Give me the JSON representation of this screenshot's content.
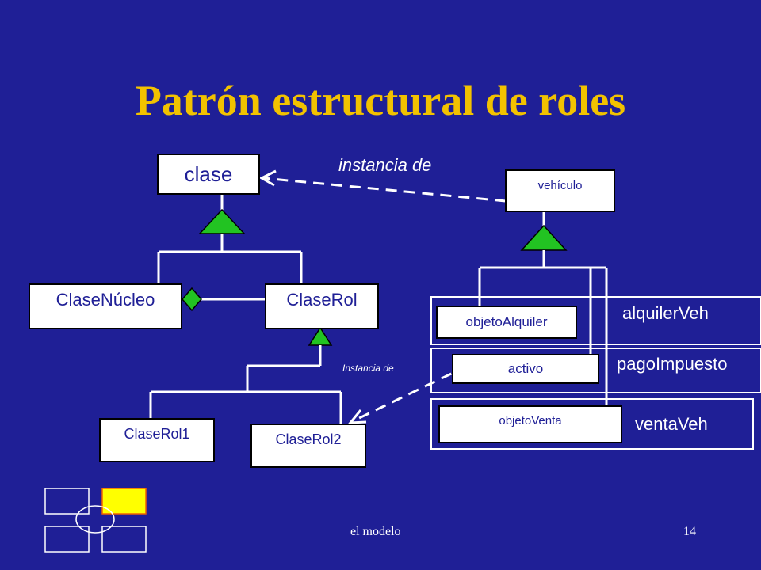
{
  "title": "Patrón estructural de roles",
  "labels": {
    "instancia_de": "instancia de",
    "instancia_de_small": "Instancia de"
  },
  "left_diagram": {
    "clase": "clase",
    "clase_nucleo": "ClaseNúcleo",
    "clase_rol": "ClaseRol",
    "clase_rol1": "ClaseRol1",
    "clase_rol2": "ClaseRol2"
  },
  "right_diagram": {
    "vehiculo": "vehículo",
    "objeto_alquiler": "objetoAlquiler",
    "activo": "activo",
    "objeto_venta": "objetoVenta",
    "alquiler_veh": "alquilerVeh",
    "pago_impuesto": "pagoImpuesto",
    "venta_veh": "ventaVeh"
  },
  "footer": {
    "center": "el modelo",
    "page_number": "14"
  },
  "colors": {
    "background": "#1f1f96",
    "title": "#f2c200",
    "triangle": "#22c322",
    "nav_highlight": "#ffff00",
    "box_text": "#1f1f96"
  }
}
